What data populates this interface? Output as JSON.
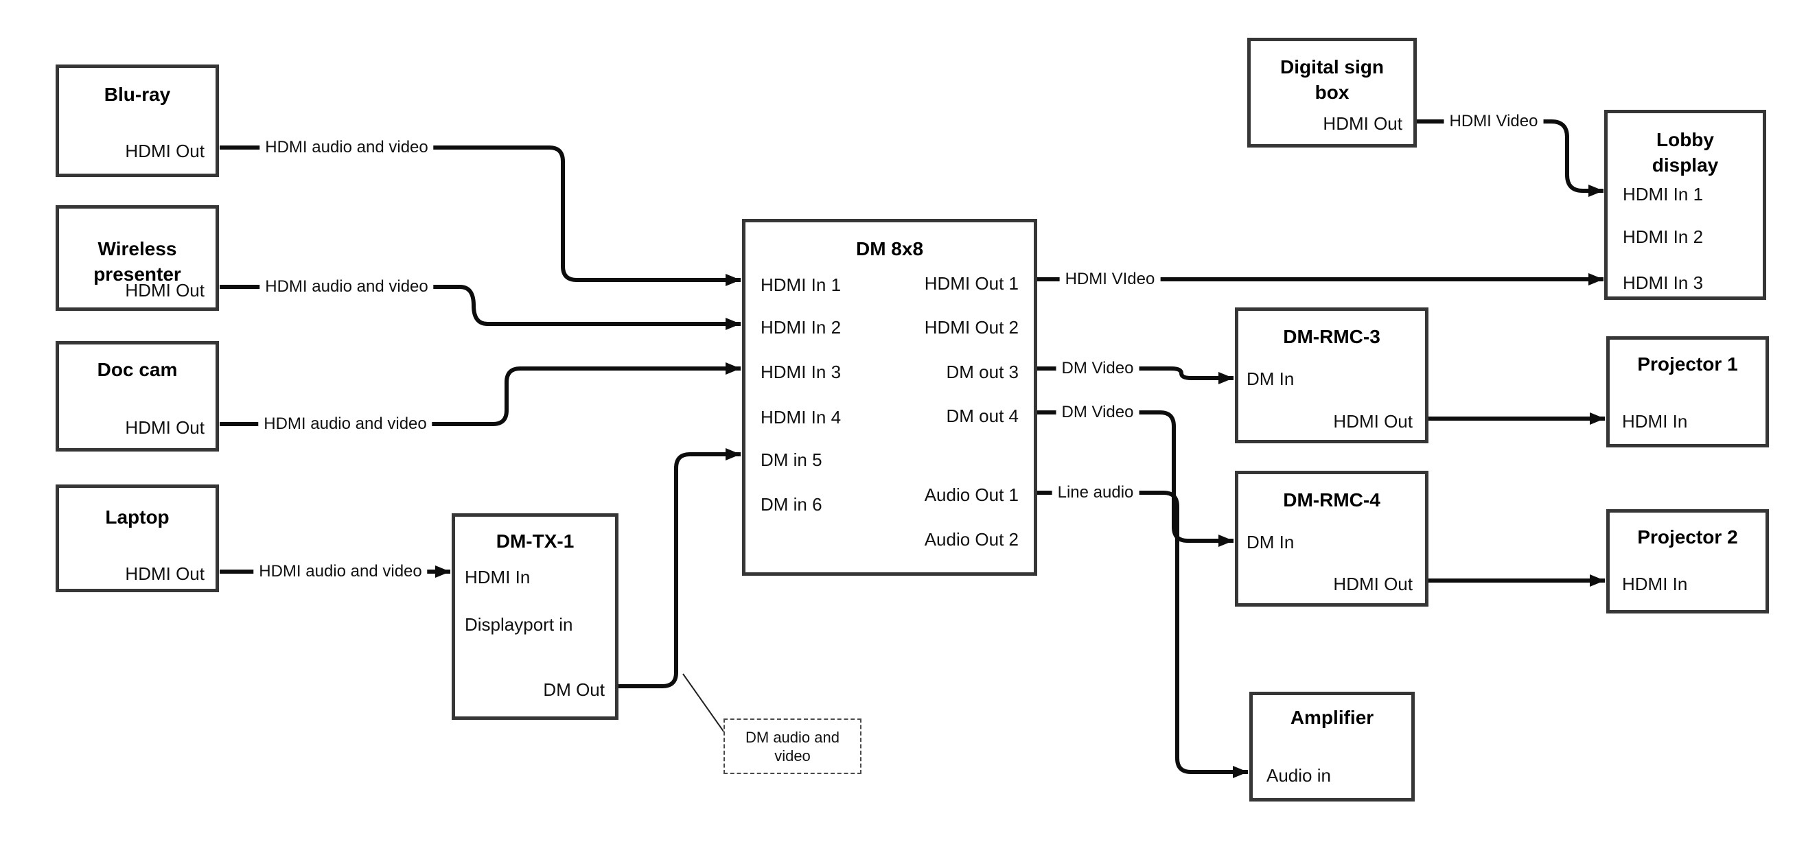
{
  "colors": {
    "background": "#ffffff",
    "box_border": "#363636",
    "wire": "#0d0d0d"
  },
  "boxes": {
    "bluray": {
      "title": "Blu-ray",
      "ports": [
        "HDMI Out"
      ]
    },
    "wireless": {
      "title": "Wireless presenter",
      "ports": [
        "HDMI Out"
      ]
    },
    "doccam": {
      "title": "Doc cam",
      "ports": [
        "HDMI Out"
      ]
    },
    "laptop": {
      "title": "Laptop",
      "ports": [
        "HDMI Out"
      ]
    },
    "dmtx1": {
      "title": "DM-TX-1",
      "ports": [
        "HDMI In",
        "Displayport in",
        "DM Out"
      ]
    },
    "dm8x8": {
      "title": "DM 8x8",
      "inputs": [
        "HDMI In 1",
        "HDMI In 2",
        "HDMI In 3",
        "HDMI In 4",
        "DM in 5",
        "DM in 6"
      ],
      "outputs": [
        "HDMI Out 1",
        "HDMI Out 2",
        "DM out 3",
        "DM out 4",
        "Audio Out 1",
        "Audio Out 2"
      ]
    },
    "digitalsign": {
      "title": "Digital sign box",
      "ports": [
        "HDMI Out"
      ]
    },
    "lobby": {
      "title": "Lobby display",
      "ports": [
        "HDMI In 1",
        "HDMI In 2",
        "HDMI In 3"
      ]
    },
    "dmrmc3": {
      "title": "DM-RMC-3",
      "ports": [
        "DM In",
        "HDMI Out"
      ]
    },
    "projector1": {
      "title": "Projector 1",
      "ports": [
        "HDMI In"
      ]
    },
    "dmrmc4": {
      "title": "DM-RMC-4",
      "ports": [
        "DM In",
        "HDMI Out"
      ]
    },
    "projector2": {
      "title": "Projector 2",
      "ports": [
        "HDMI In"
      ]
    },
    "amplifier": {
      "title": "Amplifier",
      "ports": [
        "Audio in"
      ]
    }
  },
  "wires": {
    "bluray_to_dm8x8": {
      "label": "HDMI audio and video"
    },
    "wireless_to_dm8x8": {
      "label": "HDMI audio and video"
    },
    "doccam_to_dm8x8": {
      "label": "HDMI audio and video"
    },
    "laptop_to_dmtx1": {
      "label": "HDMI audio and video"
    },
    "dm8x8_to_lobby": {
      "label": "HDMI VIdeo"
    },
    "digitalsign_to_lobby": {
      "label": "HDMI Video"
    },
    "dm8x8_to_dmrmc3": {
      "label": "DM Video"
    },
    "dm8x8_to_dmrmc4": {
      "label": "DM Video"
    },
    "dm8x8_to_amplifier": {
      "label": "Line audio"
    }
  },
  "note": {
    "text": "DM audio and video"
  }
}
